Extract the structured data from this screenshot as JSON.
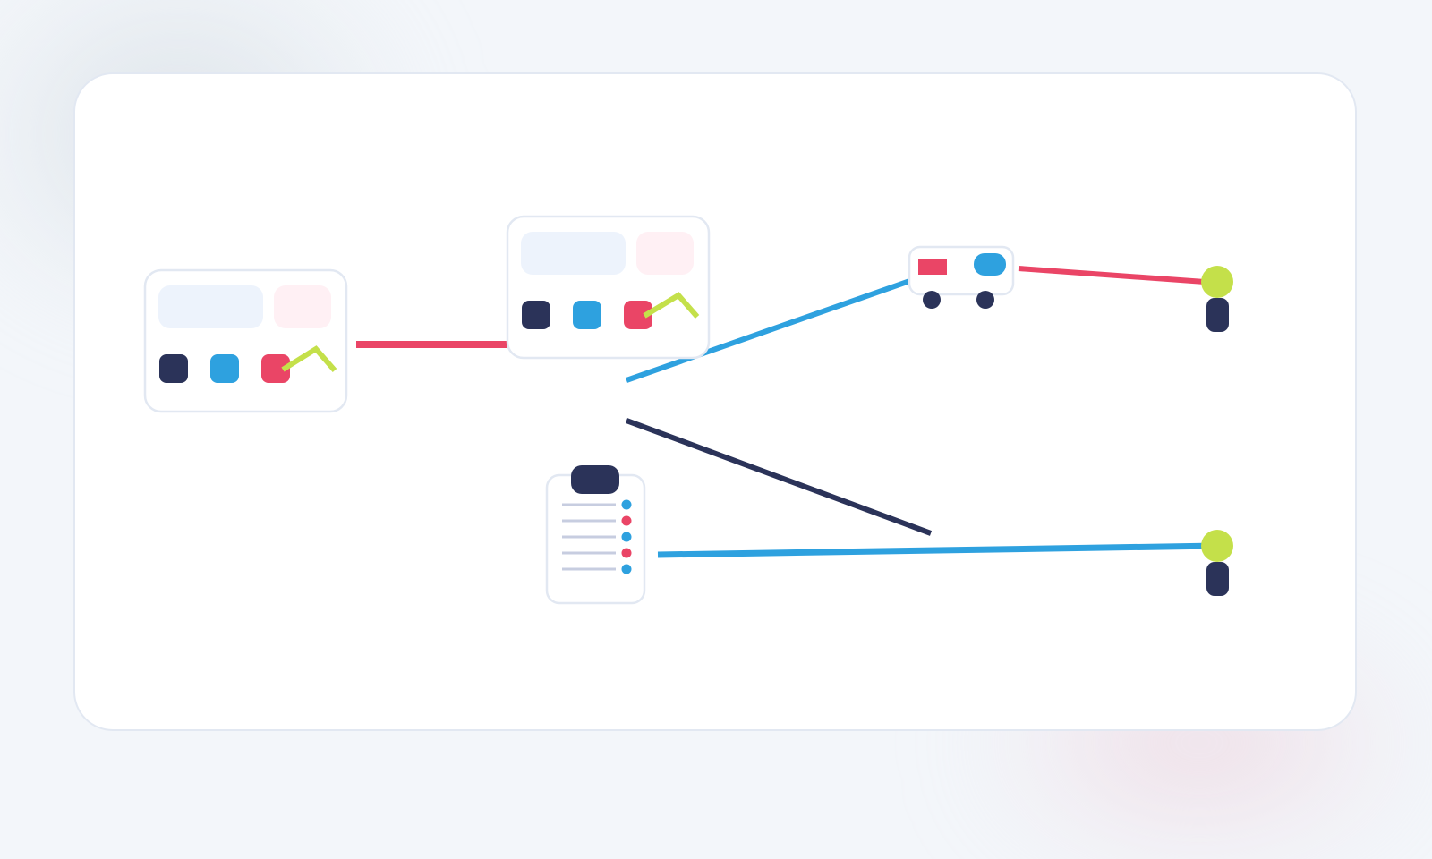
{
  "colors": {
    "background": "#f3f6fa",
    "canvas": "#ffffff",
    "card_border": "#e2e8f2",
    "navy": "#2b3359",
    "blue": "#2ea1df",
    "red": "#ea4566",
    "lime": "#c4e04a",
    "pale_blue": "#edf3fc",
    "pale_pink": "#fff0f4",
    "list_line": "#c7cde0"
  },
  "diagram": {
    "type": "flow-illustration",
    "nodes": [
      {
        "id": "dashboard-card-left",
        "icon": "dashboard-card-icon"
      },
      {
        "id": "dashboard-card-center",
        "icon": "dashboard-card-icon"
      },
      {
        "id": "clipboard-checklist",
        "icon": "clipboard-list-icon"
      },
      {
        "id": "delivery-vehicle",
        "icon": "truck-icon"
      },
      {
        "id": "person-top",
        "icon": "person-icon"
      },
      {
        "id": "person-bottom",
        "icon": "person-icon"
      }
    ],
    "edges": [
      {
        "from": "dashboard-card-left",
        "to": "dashboard-card-center",
        "color": "red"
      },
      {
        "from": "dashboard-card-center",
        "to": "delivery-vehicle",
        "color": "blue"
      },
      {
        "from": "dashboard-card-center",
        "to": "clipboard-checklist",
        "color": "navy"
      },
      {
        "from": "delivery-vehicle",
        "to": "person-top",
        "color": "red"
      },
      {
        "from": "clipboard-checklist",
        "to": "person-bottom",
        "color": "blue"
      }
    ]
  }
}
